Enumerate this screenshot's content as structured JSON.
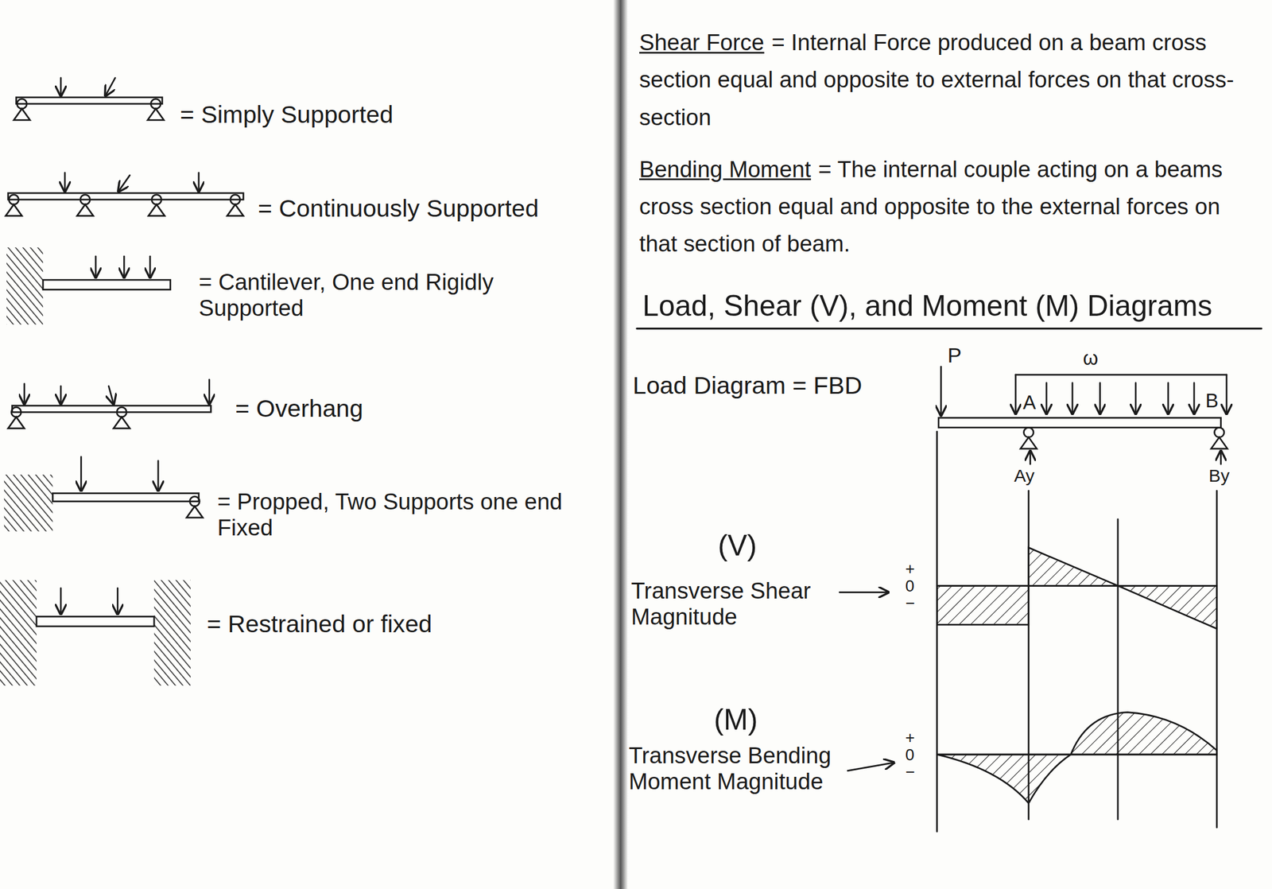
{
  "diagram": {
    "title": "Load, Shear (V), and Moment (M) Diagrams",
    "labels": [
      "= Simply Supported",
      "= Continuously Supported",
      "= Cantilever, One end Rigidly Supported",
      "= Overhang",
      "= Propped, Two Supports one end Fixed",
      "= Restrained or fixed",
      "Shear Force",
      "= Internal Force produced on a beam cross section equal and opposite to external forces on that cross-section",
      "Bending Moment",
      "= The internal couple acting on a beams cross section equal and opposite to the external forces on that section of beam.",
      "Load Diagram = FBD",
      "P",
      "ω",
      "A",
      "B",
      "Ay",
      "By",
      "(V)",
      "Transverse Shear Magnitude",
      "+",
      "0",
      "−",
      "(M)",
      "Transverse Bending Moment Magnitude",
      "+",
      "0",
      "−"
    ]
  }
}
